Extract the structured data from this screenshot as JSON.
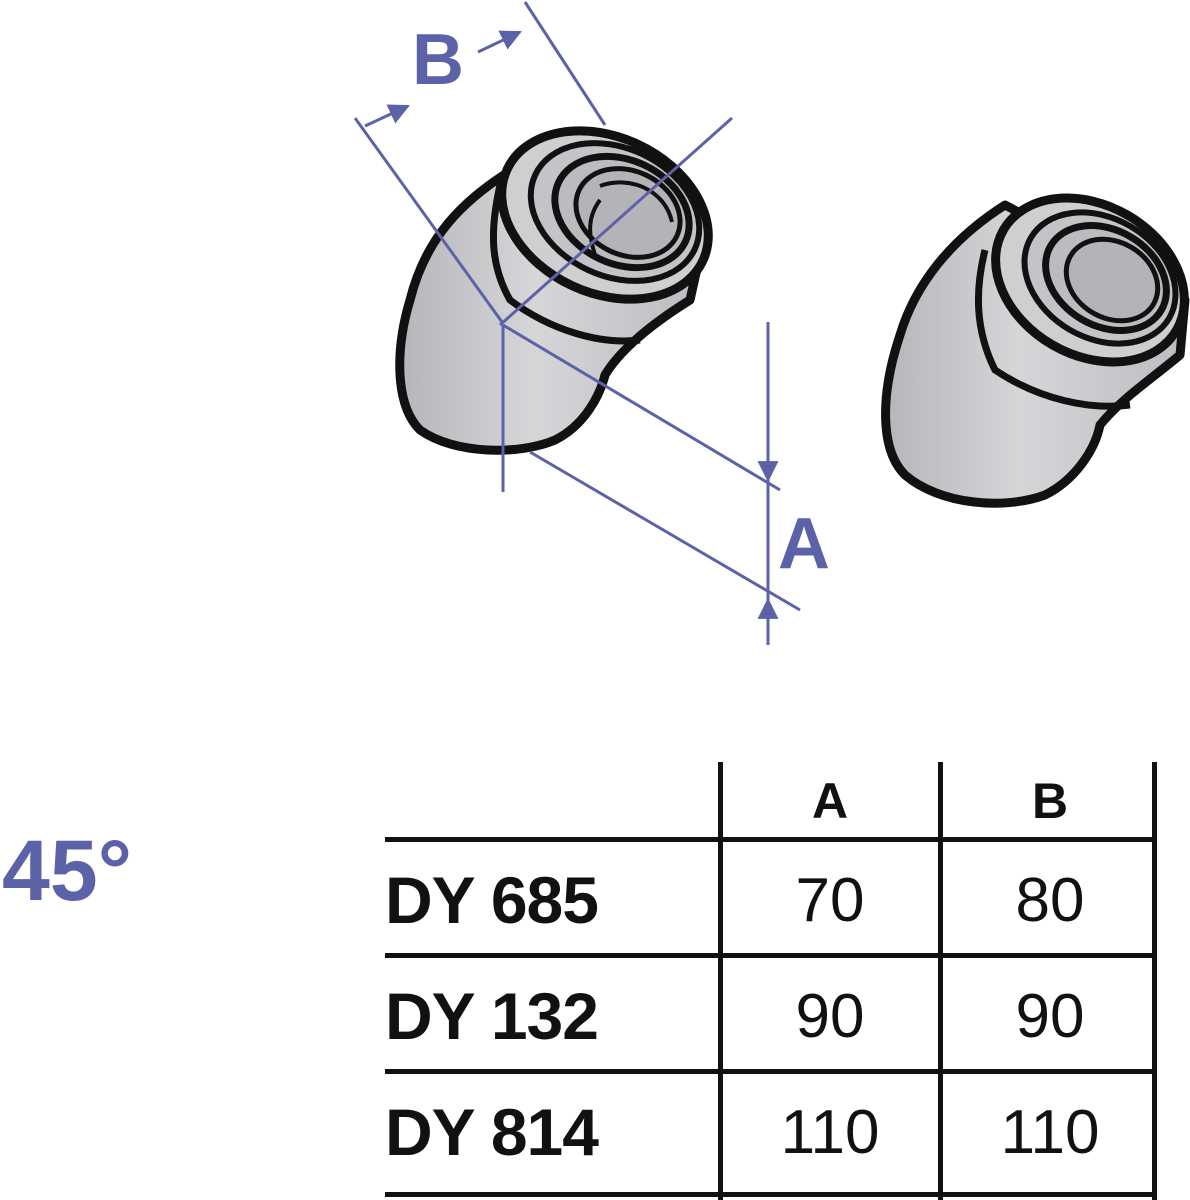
{
  "dimension_labels": {
    "b": "B",
    "a": "A"
  },
  "angle_label": "45°",
  "table": {
    "headers": [
      "A",
      "B"
    ],
    "rows": [
      {
        "code": "DY 685",
        "a": "70",
        "b": "80"
      },
      {
        "code": "DY 132",
        "a": "90",
        "b": "90"
      },
      {
        "code": "DY 814",
        "a": "110",
        "b": "110"
      }
    ]
  },
  "colors": {
    "dimension_blue": "#5b62a8",
    "elbow_fill": "#c9c9cc",
    "outline": "#111111"
  }
}
